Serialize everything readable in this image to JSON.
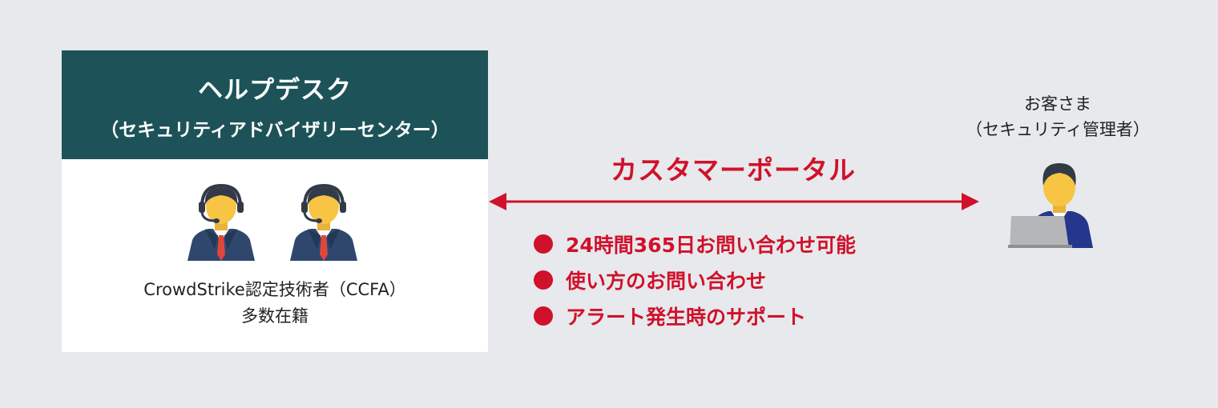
{
  "helpdesk": {
    "title": "ヘルプデスク",
    "subtitle": "（セキュリティアドバイザリーセンター）",
    "caption_line1": "CrowdStrike認定技術者（CCFA）",
    "caption_line2": "多数在籍",
    "header_color": "#1d5358",
    "agent_icons": [
      "headset-agent-icon",
      "headset-agent-icon"
    ]
  },
  "portal": {
    "title": "カスタマーポータル",
    "accent_color": "#d0112b",
    "features": [
      "24時間365日お問い合わせ可能",
      "使い方のお問い合わせ",
      "アラート発生時のサポート"
    ]
  },
  "customer": {
    "label_line1": "お客さま",
    "label_line2": "（セキュリティ管理者）",
    "icon": "laptop-user-icon"
  }
}
